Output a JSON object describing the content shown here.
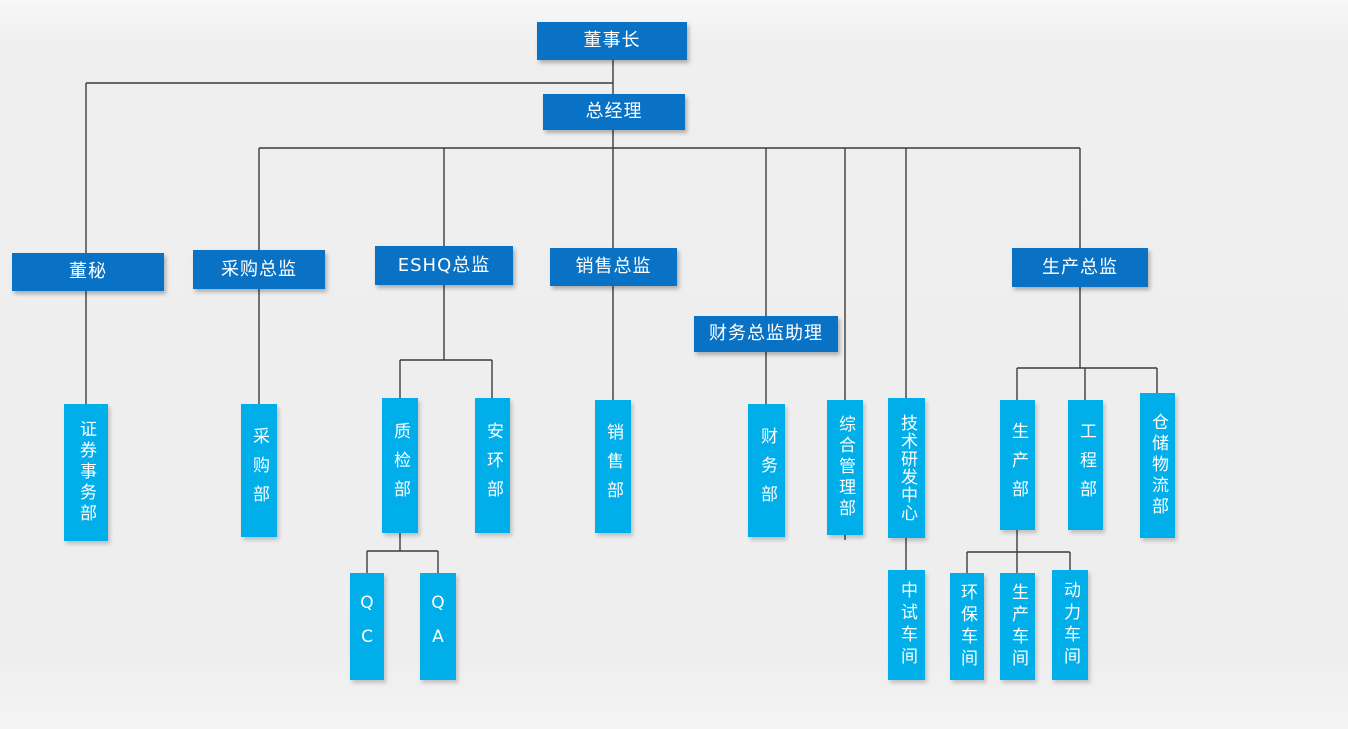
{
  "org_chart": {
    "type": "organization-chart",
    "colors": {
      "executive_box": "#0a72c4",
      "department_box": "#00aeea",
      "connector_line": "#3c3c3c",
      "text": "#ffffff",
      "background": "#efefef"
    },
    "nodes": {
      "chairman": {
        "label": "董事长"
      },
      "general_manager": {
        "label": "总经理"
      },
      "board_secretary": {
        "label": "董秘"
      },
      "procurement_director": {
        "label": "采购总监"
      },
      "eshq_director": {
        "label": "ESHQ总监"
      },
      "sales_director": {
        "label": "销售总监"
      },
      "finance_director_assistant": {
        "label": "财务总监助理"
      },
      "production_director": {
        "label": "生产总监"
      },
      "securities_dept": {
        "label": "证券事务部"
      },
      "procurement_dept": {
        "label": "采购部"
      },
      "quality_dept": {
        "label": "质检部"
      },
      "safety_env_dept": {
        "label": "安环部"
      },
      "sales_dept": {
        "label": "销售部"
      },
      "finance_dept": {
        "label": "财务部"
      },
      "general_mgmt_dept": {
        "label": "综合管理部"
      },
      "rnd_center": {
        "label": "技术研发中心"
      },
      "production_dept": {
        "label": "生产部"
      },
      "engineering_dept": {
        "label": "工程部"
      },
      "warehouse_logistics_dept": {
        "label": "仓储物流部"
      },
      "qc": {
        "label": "QC"
      },
      "qa": {
        "label": "QA"
      },
      "pilot_workshop": {
        "label": "中试车间"
      },
      "env_workshop": {
        "label": "环保车间"
      },
      "production_workshop": {
        "label": "生产车间"
      },
      "power_workshop": {
        "label": "动力车间"
      }
    },
    "edges": [
      {
        "from": "chairman",
        "to": "general_manager"
      },
      {
        "from": "chairman",
        "to": "board_secretary"
      },
      {
        "from": "general_manager",
        "to": "procurement_director"
      },
      {
        "from": "general_manager",
        "to": "eshq_director"
      },
      {
        "from": "general_manager",
        "to": "sales_director"
      },
      {
        "from": "general_manager",
        "to": "finance_director_assistant"
      },
      {
        "from": "general_manager",
        "to": "general_mgmt_dept"
      },
      {
        "from": "general_manager",
        "to": "rnd_center"
      },
      {
        "from": "general_manager",
        "to": "production_director"
      },
      {
        "from": "board_secretary",
        "to": "securities_dept"
      },
      {
        "from": "procurement_director",
        "to": "procurement_dept"
      },
      {
        "from": "eshq_director",
        "to": "quality_dept"
      },
      {
        "from": "eshq_director",
        "to": "safety_env_dept"
      },
      {
        "from": "sales_director",
        "to": "sales_dept"
      },
      {
        "from": "finance_director_assistant",
        "to": "finance_dept"
      },
      {
        "from": "production_director",
        "to": "production_dept"
      },
      {
        "from": "production_director",
        "to": "engineering_dept"
      },
      {
        "from": "production_director",
        "to": "warehouse_logistics_dept"
      },
      {
        "from": "quality_dept",
        "to": "qc"
      },
      {
        "from": "quality_dept",
        "to": "qa"
      },
      {
        "from": "rnd_center",
        "to": "pilot_workshop"
      },
      {
        "from": "production_dept",
        "to": "env_workshop"
      },
      {
        "from": "production_dept",
        "to": "production_workshop"
      },
      {
        "from": "production_dept",
        "to": "power_workshop"
      }
    ]
  }
}
